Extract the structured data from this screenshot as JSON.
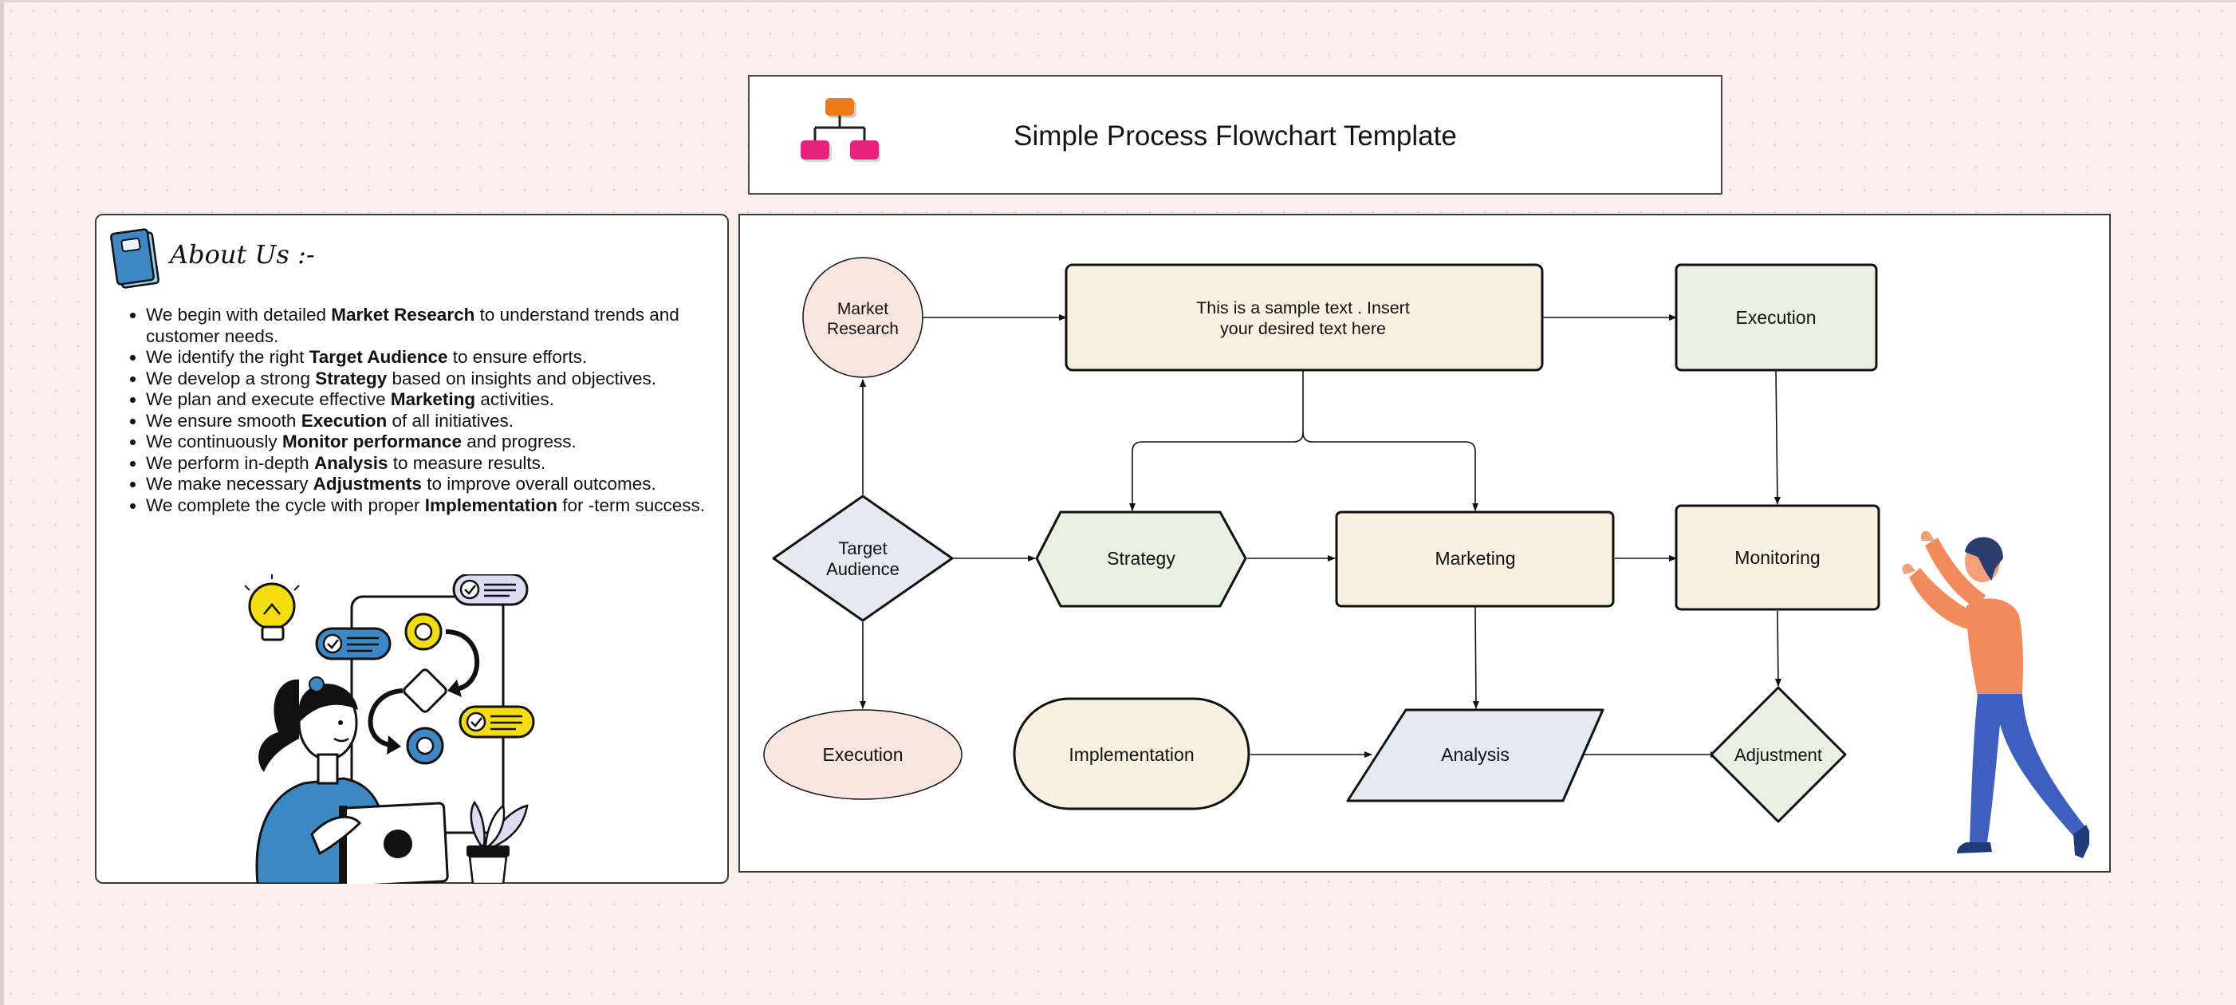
{
  "title": "Simple Process Flowchart Template",
  "about": {
    "heading": "About Us :-",
    "items": [
      {
        "pre": "We begin with detailed ",
        "bold": "Market Research",
        "post": " to understand trends and customer needs."
      },
      {
        "pre": "We identify the right ",
        "bold": "Target Audience",
        "post": " to ensure efforts."
      },
      {
        "pre": "We develop a strong ",
        "bold": "Strategy",
        "post": " based on insights and objectives."
      },
      {
        "pre": "We plan and execute effective ",
        "bold": "Marketing",
        "post": " activities."
      },
      {
        "pre": "We ensure smooth ",
        "bold": "Execution",
        "post": " of all initiatives."
      },
      {
        "pre": "We continuously  ",
        "bold": "Monitor performance",
        "post": " and progress."
      },
      {
        "pre": "We perform in-depth ",
        "bold": "Analysis",
        "post": " to measure results."
      },
      {
        "pre": "We make necessary ",
        "bold": "Adjustments",
        "post": " to improve overall outcomes."
      },
      {
        "pre": " We complete the cycle with proper ",
        "bold": "Implementation",
        "post": " for -term success."
      }
    ]
  },
  "flow": {
    "market_research": [
      "Market",
      "Research"
    ],
    "sample_text": [
      "This is a sample text . Insert",
      "your desired text here"
    ],
    "execution_top": "Execution",
    "target_audience": [
      "Target",
      "Audience"
    ],
    "strategy": "Strategy",
    "marketing": "Marketing",
    "monitoring": "Monitoring",
    "execution_bottom": "Execution",
    "implementation": "Implementation",
    "analysis": "Analysis",
    "adjustment": "Adjustment"
  },
  "colors": {
    "pink_fill": "#f8e5e0",
    "cream_fill": "#f8f1e1",
    "green_fill": "#e7f2e4",
    "blue_fill": "#e4eaf1",
    "title_icon_orange": "#ee7a1a",
    "title_icon_pink": "#e8237f"
  },
  "icons": [
    "org-chart-icon",
    "notebook-icon",
    "lightbulb-icon",
    "checkbox-icon",
    "plant-icon"
  ]
}
